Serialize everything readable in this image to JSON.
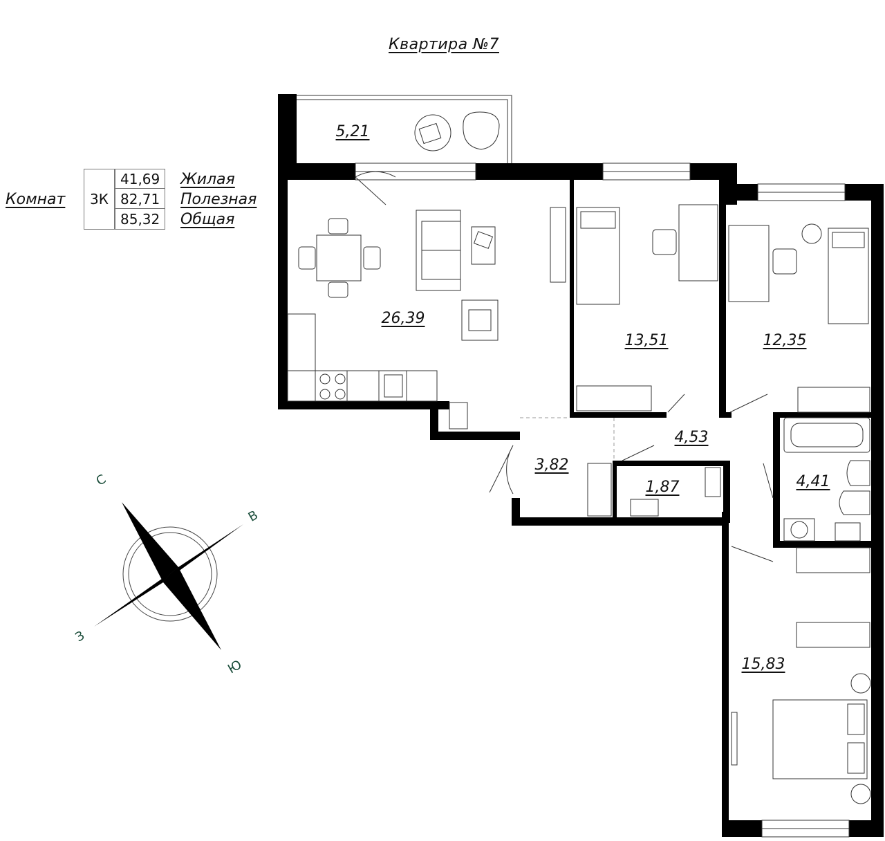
{
  "title": "Квартира №7",
  "summary": {
    "rooms_label": "Комнат",
    "rooms_value": "3К",
    "rows": [
      {
        "value": "41,69",
        "label": "Жилая"
      },
      {
        "value": "82,71",
        "label": "Полезная"
      },
      {
        "value": "85,32",
        "label": "Общая"
      }
    ]
  },
  "rooms": {
    "balcony": "5,21",
    "living_kitchen": "26,39",
    "bedroom_1": "13,51",
    "bedroom_2": "12,35",
    "hall": "4,53",
    "entry": "3,82",
    "wc": "1,87",
    "bathroom": "4,41",
    "master_bedroom": "15,83"
  },
  "compass": {
    "north": "С",
    "east": "В",
    "south": "Ю",
    "west": "З"
  }
}
